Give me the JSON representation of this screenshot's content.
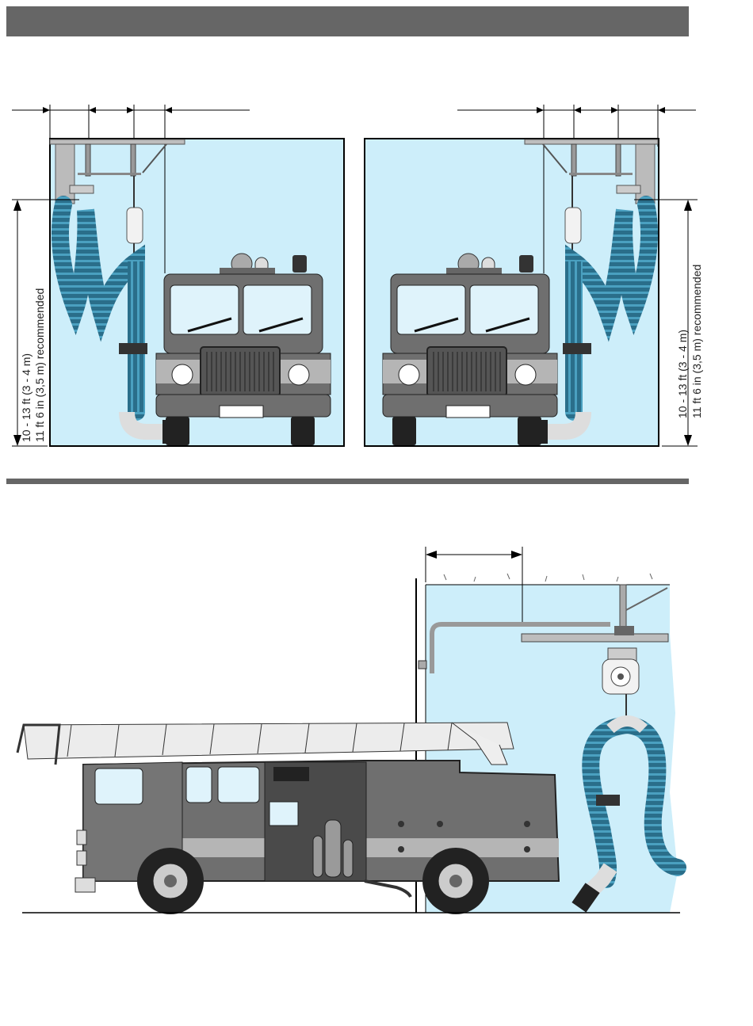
{
  "header": {
    "band_color": "#666666"
  },
  "colors": {
    "room": "#cdeefa",
    "truck_body": "#6f6f6f",
    "truck_dark": "#4a4a4a",
    "truck_light": "#b5b5b5",
    "window": "#dff3fb",
    "hose": "#2a6e8a",
    "hose_stripe": "#4aa0c0"
  },
  "labels": {
    "left_height_line1": "10 - 13 ft (3 - 4 m)",
    "left_height_line2": "11 ft 6 in (3,5 m) recommended",
    "right_height_line1": "10 - 13 ft (3 - 4 m)",
    "right_height_line2": "11 ft 6 in (3,5 m) recommended"
  },
  "icons": [
    "fire-truck-front-icon",
    "fire-truck-side-icon",
    "exhaust-hose-icon",
    "hose-reel-icon",
    "ceiling-rail-icon"
  ]
}
